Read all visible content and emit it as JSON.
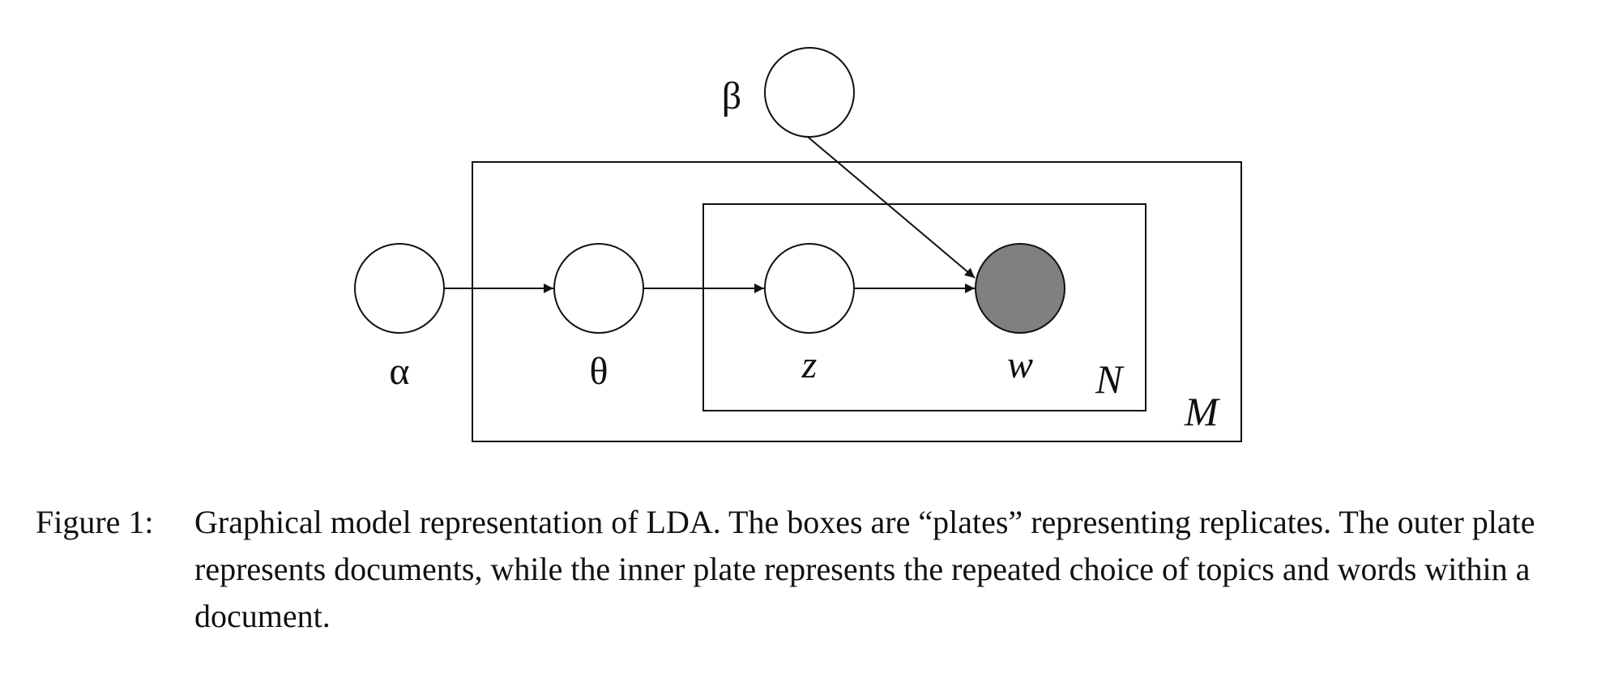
{
  "diagram": {
    "nodes": [
      {
        "id": "alpha",
        "label": "α",
        "italic": false,
        "observed": false
      },
      {
        "id": "theta",
        "label": "θ",
        "italic": false,
        "observed": false
      },
      {
        "id": "z",
        "label": "z",
        "italic": true,
        "observed": false
      },
      {
        "id": "w",
        "label": "w",
        "italic": true,
        "observed": true
      },
      {
        "id": "beta",
        "label": "β",
        "italic": false,
        "observed": false
      }
    ],
    "edges": [
      {
        "from": "alpha",
        "to": "theta"
      },
      {
        "from": "theta",
        "to": "z"
      },
      {
        "from": "z",
        "to": "w"
      },
      {
        "from": "beta",
        "to": "w"
      }
    ],
    "plates": [
      {
        "id": "outer",
        "label": "M"
      },
      {
        "id": "inner",
        "label": "N"
      }
    ],
    "colors": {
      "stroke": "#111111",
      "observed_fill": "#808080",
      "latent_fill": "#ffffff"
    }
  },
  "caption": {
    "label": "Figure 1:",
    "text": "Graphical model representation of LDA. The boxes are “plates” representing replicates. The outer plate represents documents, while the inner plate represents the repeated choice of topics and words within a document."
  }
}
